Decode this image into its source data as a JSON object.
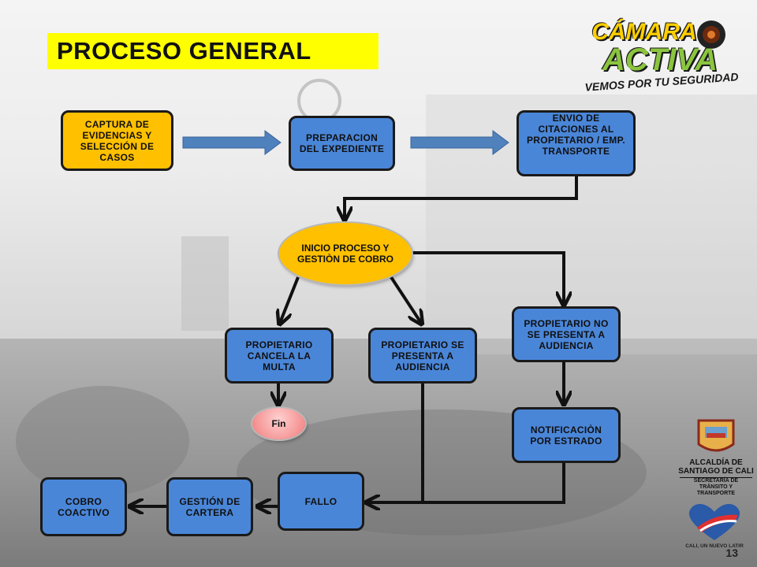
{
  "title": "PROCESO GENERAL",
  "logo": {
    "line1": "CÁMARA",
    "line2": "ACTIVA",
    "tagline": "VEMOS POR TU SEGURIDAD"
  },
  "nodes": {
    "captura": "CAPTURA DE EVIDENCIAS Y SELECCIÓN DE CASOS",
    "preparacion": "PREPARACION DEL EXPEDIENTE",
    "envio": "ENVIO DE CITACIONES AL PROPIETARIO / EMP. TRANSPORTE",
    "inicio": "INICIO PROCESO Y GESTIÒN DE COBRO",
    "cancela": "PROPIETARIO CANCELA LA MULTA",
    "presenta": "PROPIETARIO SE PRESENTA A AUDIENCIA",
    "no_presenta": "PROPIETARIO NO SE PRESENTA A AUDIENCIA",
    "fin": "Fin",
    "notificacion": "NOTIFICACIÒN POR ESTRADO",
    "fallo": "FALLO",
    "gestion": "GESTIÓN DE CARTERA",
    "cobro": "COBRO COACTIVO"
  },
  "alcaldia": {
    "line1": "ALCALDÍA DE",
    "line2": "SANTIAGO DE CALI",
    "line3": "SECRETARÍA DE TRÁNSITO Y TRANSPORTE",
    "slogan": "CALI, UN NUEVO LATIR"
  },
  "page_number": "13",
  "colors": {
    "box_blue": "#4a86d8",
    "box_orange": "#ffc000",
    "title_yellow": "#ffff00",
    "arrow_blue": "#4f81bd"
  }
}
